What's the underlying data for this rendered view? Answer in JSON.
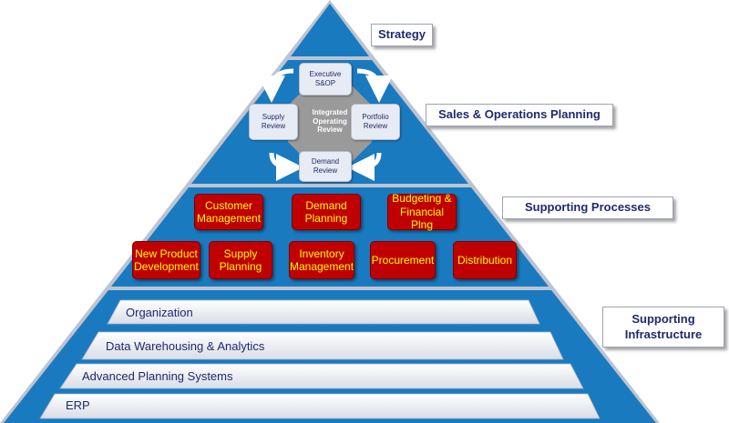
{
  "tiers": {
    "strategy": "Strategy",
    "sop": "Sales & Operations Planning",
    "supporting_processes": "Supporting Processes",
    "supporting_infrastructure": "Supporting\nInfrastructure"
  },
  "sop_cycle": {
    "center": "Integrated\nOperating\nReview",
    "nodes": {
      "top": "Executive\nS&OP",
      "right": "Portfolio\nReview",
      "bottom": "Demand\nReview",
      "left": "Supply\nReview"
    }
  },
  "processes": {
    "row1": [
      "Customer\nManagement",
      "Demand\nPlanning",
      "Budgeting &\nFinancial Plng"
    ],
    "row2": [
      "New Product\nDevelopment",
      "Supply\nPlanning",
      "Inventory\nManagement",
      "Procurement",
      "Distribution"
    ]
  },
  "infrastructure": [
    "Organization",
    "Data Warehousing & Analytics",
    "Advanced Planning Systems",
    "ERP"
  ],
  "colors": {
    "pyramid_blue": "#1a7ac0",
    "process_red": "#c00000",
    "process_text": "#ffff00",
    "label_text": "#1f2a6e"
  }
}
